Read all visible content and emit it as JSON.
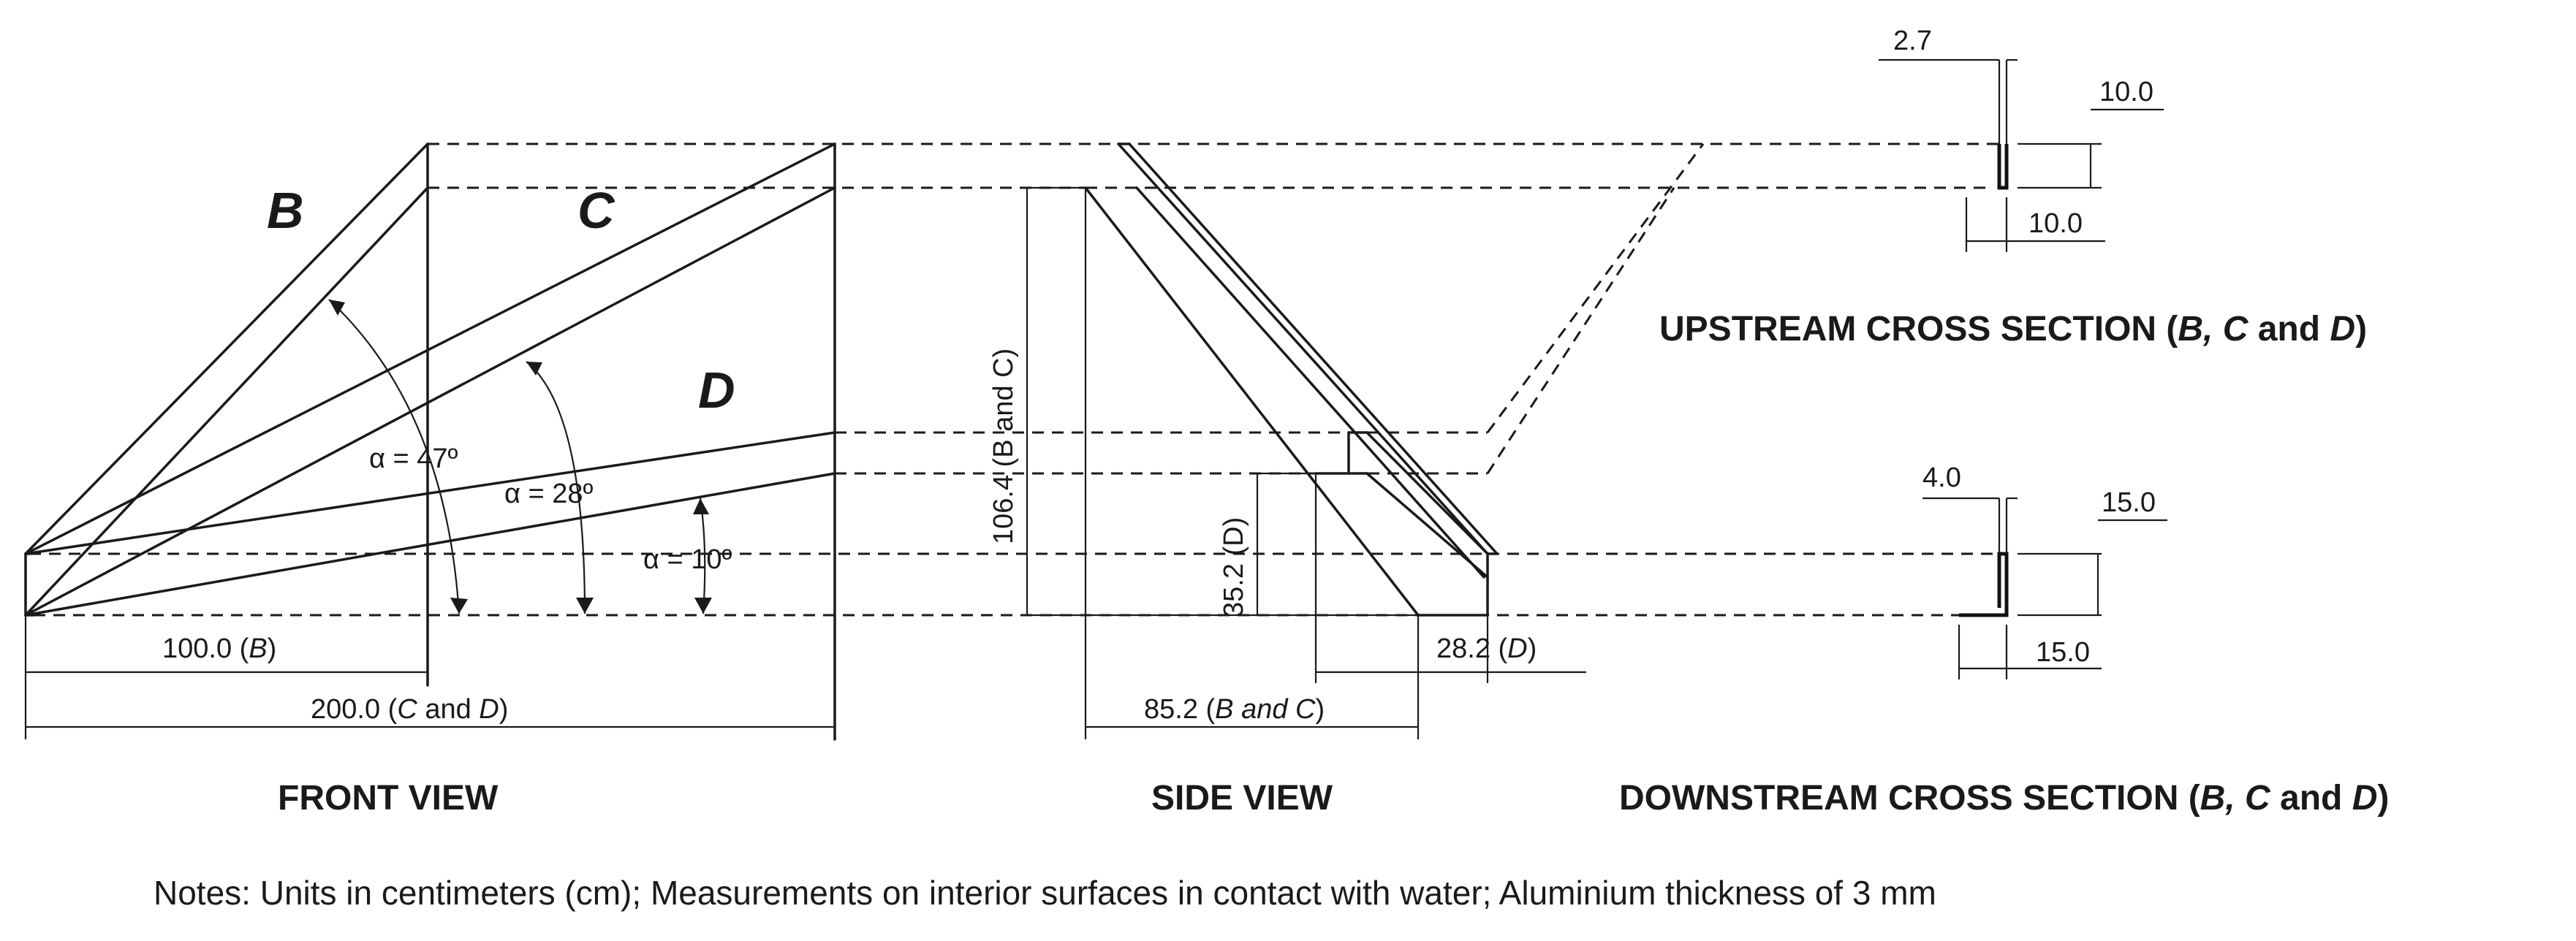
{
  "diagram": {
    "labels": {
      "B": "B",
      "C": "C",
      "D": "D"
    },
    "angles": {
      "B": "α = 47º",
      "C": "α = 28º",
      "D": "α = 10º"
    },
    "front_dims": {
      "len_b_value": "100.0 (",
      "len_b_italic": "B",
      "len_b_close": ")",
      "len_cd_value": "200.0 (",
      "len_cd_italic": "C",
      "len_cd_rest": " and ",
      "len_cd_italic2": "D",
      "len_cd_close": ")"
    },
    "side_dims": {
      "height_bc": "106.4 (B and C)",
      "height_d": "35.2 (D)",
      "width_d_value": "28.2 (",
      "width_d_italic": "D",
      "width_d_close": ")",
      "width_bc_value": "85.2 (",
      "width_bc_italic": "B and C",
      "width_bc_close": ")"
    },
    "upstream": {
      "thickness": "2.7",
      "height": "10.0",
      "width": "10.0",
      "title": "UPSTREAM  CROSS SECTION (",
      "title_b": "B, C",
      "title_and": " and ",
      "title_d": "D",
      "title_close": ")"
    },
    "downstream": {
      "thickness": "4.0",
      "height": "15.0",
      "width": "15.0",
      "title": "DOWNSTREAM  CROSS SECTION (",
      "title_b": "B, C",
      "title_and": " and ",
      "title_d": "D",
      "title_close": ")"
    },
    "view_titles": {
      "front": "FRONT VIEW",
      "side": "SIDE VIEW"
    },
    "notes": "Notes: Units in centimeters (cm); Measurements on interior surfaces in contact with water; Aluminium thickness of 3 mm"
  }
}
